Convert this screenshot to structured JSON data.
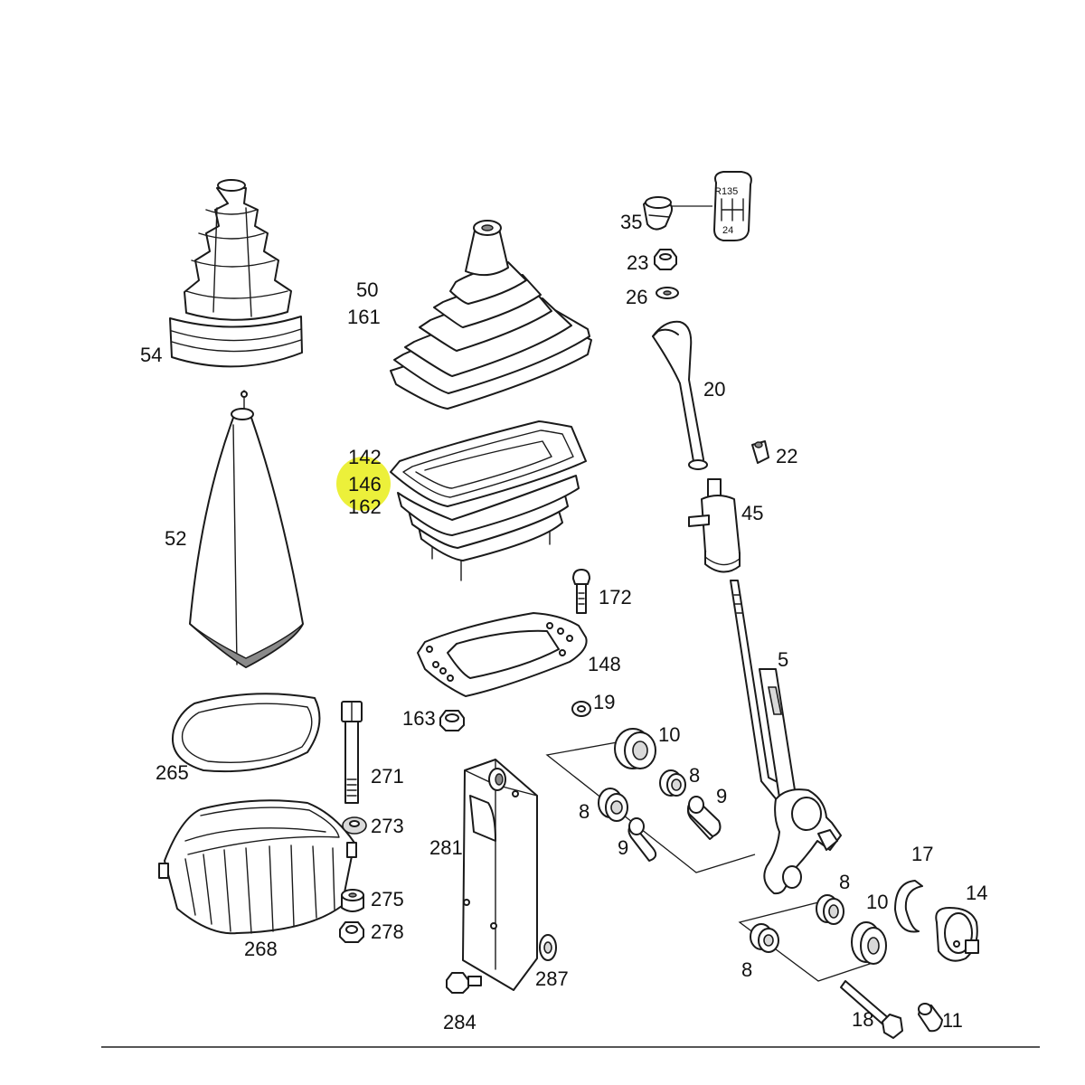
{
  "highlight_color": "#ecf03a",
  "line_color": "#1a1a1a",
  "shift_pattern": {
    "top": "R135",
    "bottom": "24"
  },
  "labels": {
    "l54": "54",
    "l52": "52",
    "l265": "265",
    "l268": "268",
    "l271": "271",
    "l273": "273",
    "l275": "275",
    "l278": "278",
    "l50": "50",
    "l161": "161",
    "l142": "142",
    "l146": "146",
    "l162": "162",
    "l172": "172",
    "l148": "148",
    "l163": "163",
    "l19": "19",
    "l10a": "10",
    "l8a": "8",
    "l9a": "9",
    "l8b": "8",
    "l9b": "9",
    "l281": "281",
    "l287": "287",
    "l284": "284",
    "l35": "35",
    "l23": "23",
    "l26": "26",
    "l20": "20",
    "l22": "22",
    "l45": "45",
    "l5": "5",
    "l17": "17",
    "l14": "14",
    "l8c": "8",
    "l10b": "10",
    "l8d": "8",
    "l18": "18",
    "l11": "11"
  }
}
